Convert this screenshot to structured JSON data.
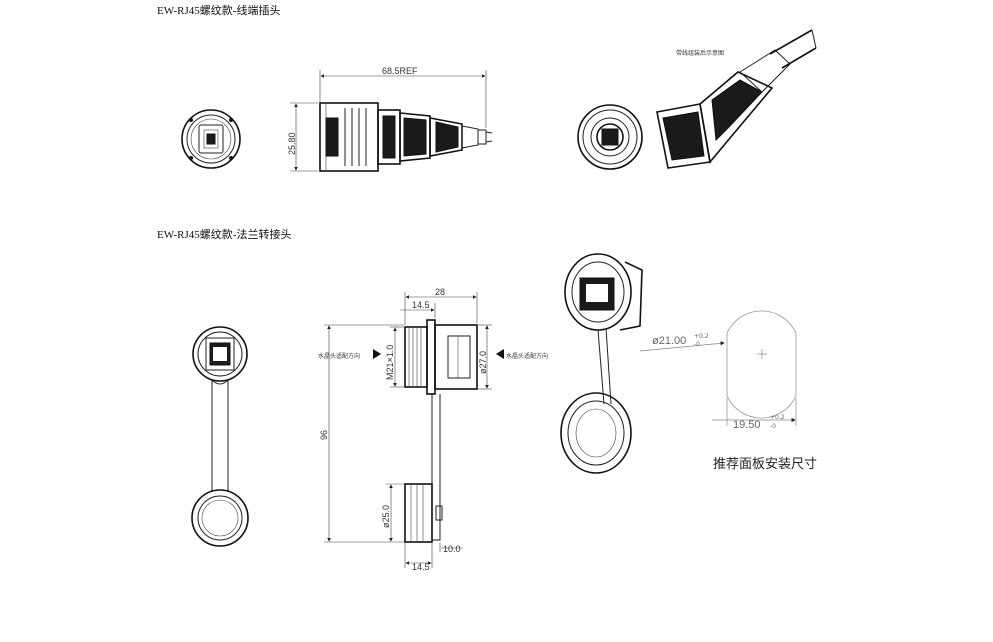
{
  "section1": {
    "title": "EW-RJ45螺纹款-线端插头",
    "dims": {
      "length": "68.5REF",
      "height": "25.80"
    },
    "assembly_note": "带线组装后示意图"
  },
  "section2": {
    "title": "EW-RJ45螺纹款-法兰转接头",
    "dims": {
      "width_total": "28",
      "width_flange": "14.5",
      "thread": "M21×1.0",
      "diameter_body": "ø27.0",
      "cap_length": "96",
      "cap_diameter": "ø25.0",
      "cap_offset": "10.0",
      "cap_width": "14.5"
    },
    "arrow_label_left": "水晶头适配方向",
    "arrow_label_right": "水晶头适配方向",
    "panel_cutout": {
      "diameter": "ø21.00",
      "diameter_tol_upper": "+0.2",
      "diameter_tol_lower": "-0",
      "flat": "19.50",
      "flat_tol_upper": "+0.2",
      "flat_tol_lower": "-0",
      "caption": "推荐面板安装尺寸"
    }
  }
}
